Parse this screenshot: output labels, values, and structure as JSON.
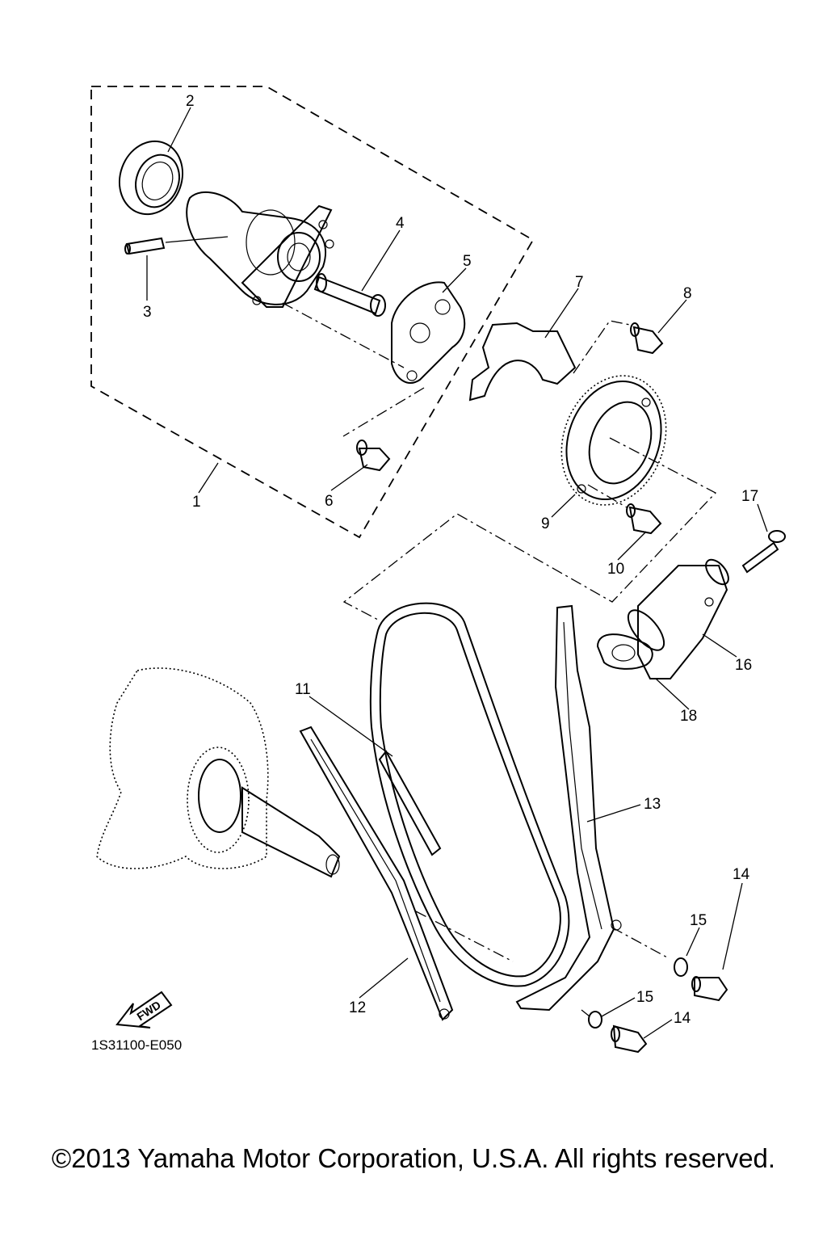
{
  "callouts": [
    "1",
    "2",
    "3",
    "4",
    "5",
    "6",
    "7",
    "8",
    "9",
    "10",
    "11",
    "12",
    "13",
    "14",
    "15",
    "16",
    "17",
    "18",
    "15",
    "14"
  ],
  "fwd_label": "FWD",
  "diagram_code": "1S31100-E050",
  "copyright": "©2013 Yamaha Motor Corporation, U.S.A. All rights reserved."
}
